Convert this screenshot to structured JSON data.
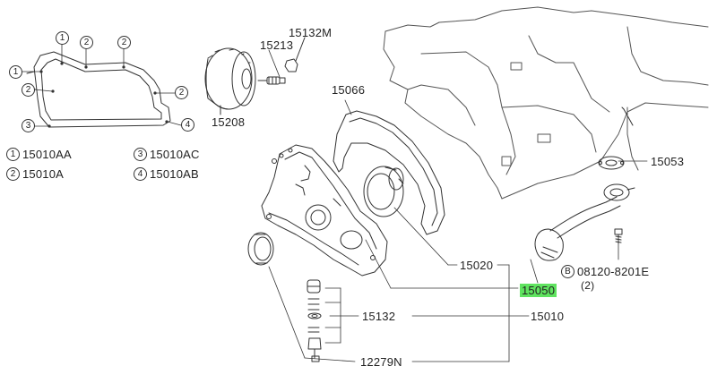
{
  "diagram": {
    "parts": {
      "p15132M": "15132M",
      "p15213": "15213",
      "p15208": "15208",
      "p15066": "15066",
      "p15053": "15053",
      "p15020": "15020",
      "p15050": "15050",
      "p15010": "15010",
      "p15132": "15132",
      "p12279N": "12279N",
      "bolt": "08120-8201E",
      "bolt_qty": "(2)",
      "bolt_marker": "B"
    },
    "gasket_markers": {
      "m1": "1",
      "m2": "2",
      "m3": "3",
      "m4": "4"
    },
    "legend": [
      {
        "marker": "1",
        "part": "15010AA"
      },
      {
        "marker": "2",
        "part": "15010A"
      },
      {
        "marker": "3",
        "part": "15010AC"
      },
      {
        "marker": "4",
        "part": "15010AB"
      }
    ],
    "highlight_color": "#5fe35f"
  }
}
